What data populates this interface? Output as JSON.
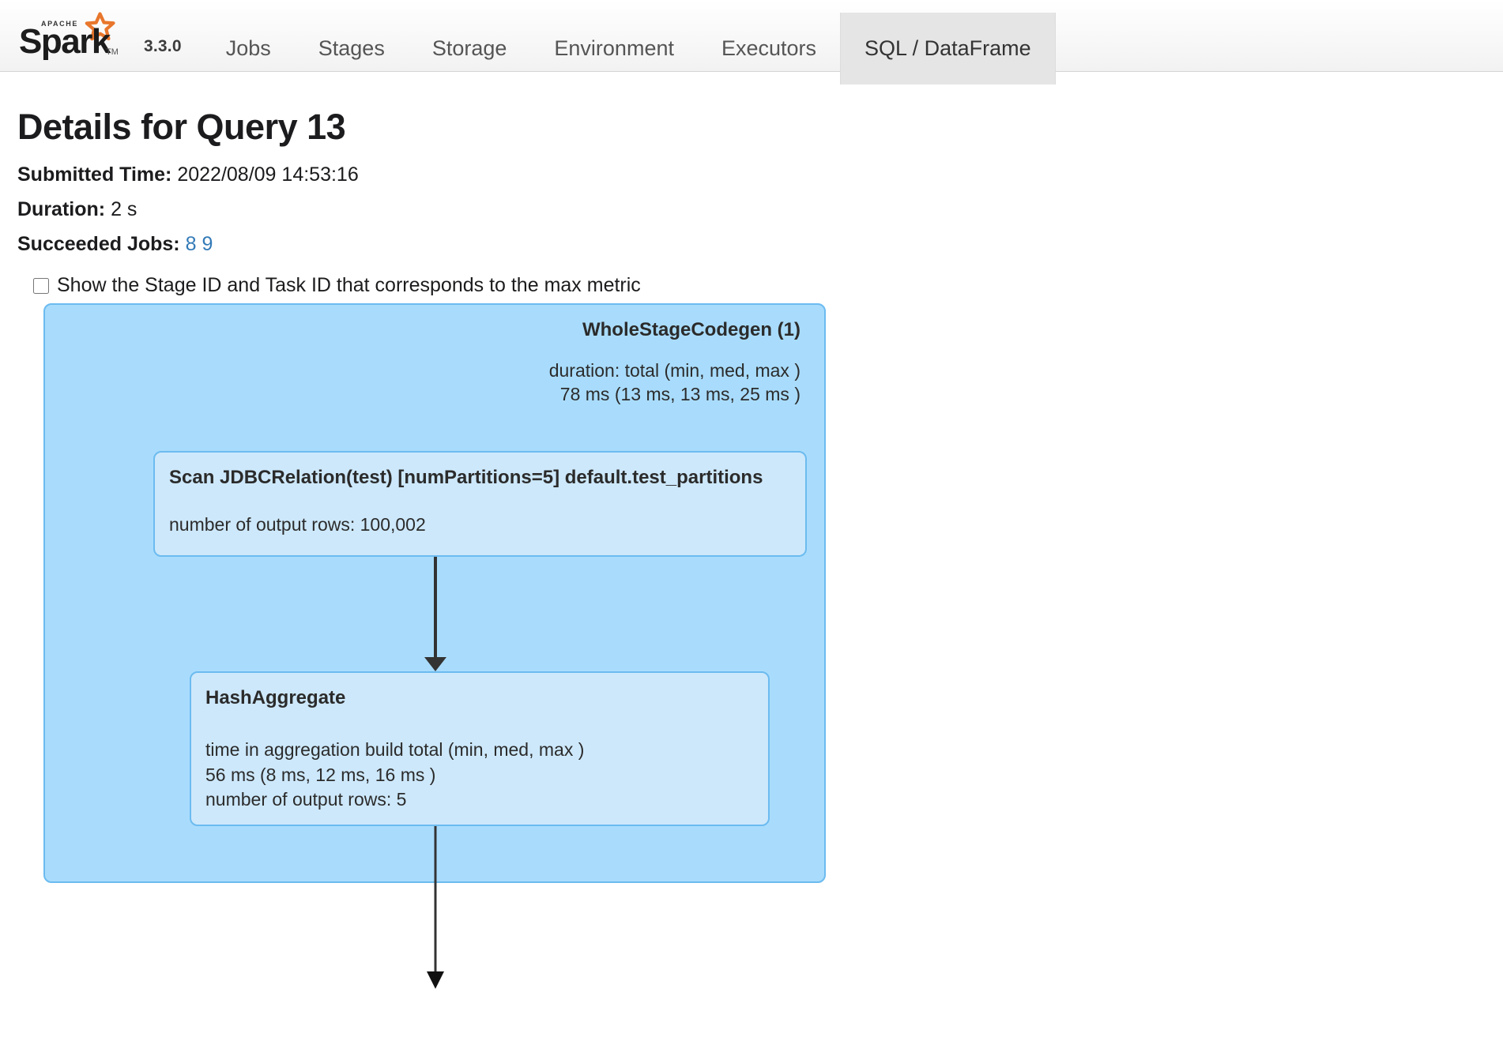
{
  "navbar": {
    "brand": {
      "logo_icon": "apache-spark-logo",
      "logo_text": "Spark",
      "logo_superscript": "APACHE",
      "version": "3.3.0"
    },
    "tabs": [
      {
        "label": "Jobs",
        "active": false
      },
      {
        "label": "Stages",
        "active": false
      },
      {
        "label": "Storage",
        "active": false
      },
      {
        "label": "Environment",
        "active": false
      },
      {
        "label": "Executors",
        "active": false
      },
      {
        "label": "SQL / DataFrame",
        "active": true
      }
    ]
  },
  "page": {
    "title": "Details for Query 13",
    "submitted_time_label": "Submitted Time:",
    "submitted_time_value": "2022/08/09 14:53:16",
    "duration_label": "Duration:",
    "duration_value": "2 s",
    "succeeded_jobs_label": "Succeeded Jobs:",
    "succeeded_jobs": [
      "8",
      "9"
    ],
    "checkbox_label": "Show the Stage ID and Task ID that corresponds to the max metric",
    "checkbox_checked": false
  },
  "colors": {
    "cluster_fill": "#a9dcfc",
    "cluster_border": "#6cbbf0",
    "node_fill": "#cde8fb",
    "node_border": "#6cbbf0",
    "edge": "#333333",
    "link": "#337ab7",
    "active_tab_bg": "#e5e5e5"
  },
  "plan": {
    "cluster": {
      "title": "WholeStageCodegen (1)",
      "metrics": [
        "duration: total (min, med, max )",
        "78 ms (13 ms, 13 ms, 25 ms )"
      ]
    },
    "nodes": [
      {
        "id": "scan",
        "title": "Scan JDBCRelation(test) [numPartitions=5] default.test_partitions",
        "metrics": [
          "number of output rows: 100,002"
        ]
      },
      {
        "id": "hashaggregate",
        "title": "HashAggregate",
        "metrics": [
          "time in aggregation build total (min, med, max )",
          "56 ms (8 ms, 12 ms, 16 ms )",
          "number of output rows: 5"
        ]
      }
    ],
    "edges": [
      {
        "from": "scan",
        "to": "hashaggregate"
      },
      {
        "from": "hashaggregate",
        "to": "below"
      }
    ]
  }
}
